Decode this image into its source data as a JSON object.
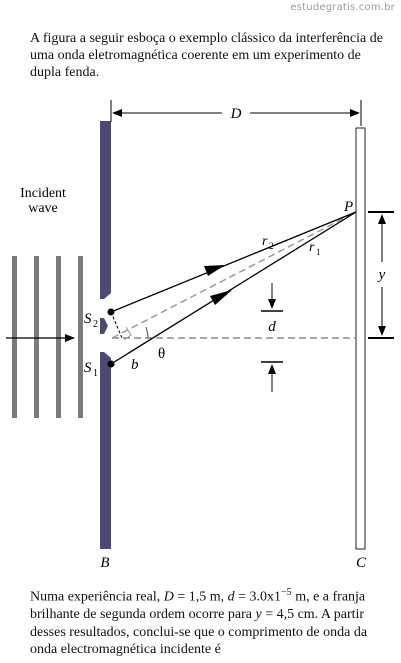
{
  "watermark": "estudegratis.com.br",
  "intro_text": "A figura a seguir esboça o exemplo clássico da interferência de uma onda eletromagnética coerente em um experimento de dupla fenda.",
  "diagram": {
    "incident_label_line1": "Incident",
    "incident_label_line2": "wave",
    "label_D": "D",
    "label_P": "P",
    "label_r2": "r",
    "label_r2_sub": "2",
    "label_r1": "r",
    "label_r1_sub": "1",
    "label_y": "y",
    "label_d": "d",
    "label_S2": "S",
    "label_S2_sub": "2",
    "label_S1": "S",
    "label_S1_sub": "1",
    "label_b": "b",
    "label_theta": "θ",
    "label_B": "B",
    "label_C": "C"
  },
  "outro": {
    "part1": "Numa experiência real, ",
    "D_sym": "D",
    "part2": " = 1,5 m, ",
    "d_sym": "d",
    "part3": " = 3.0x1",
    "exp": "−5",
    "part4": " m, e a franja brilhante de segunda ordem ocorre para ",
    "y_sym": "y",
    "part5": " = 4,5 cm. A partir desses resultados, conclui-se que o comprimento de onda da onda electromagnética incidente é"
  }
}
